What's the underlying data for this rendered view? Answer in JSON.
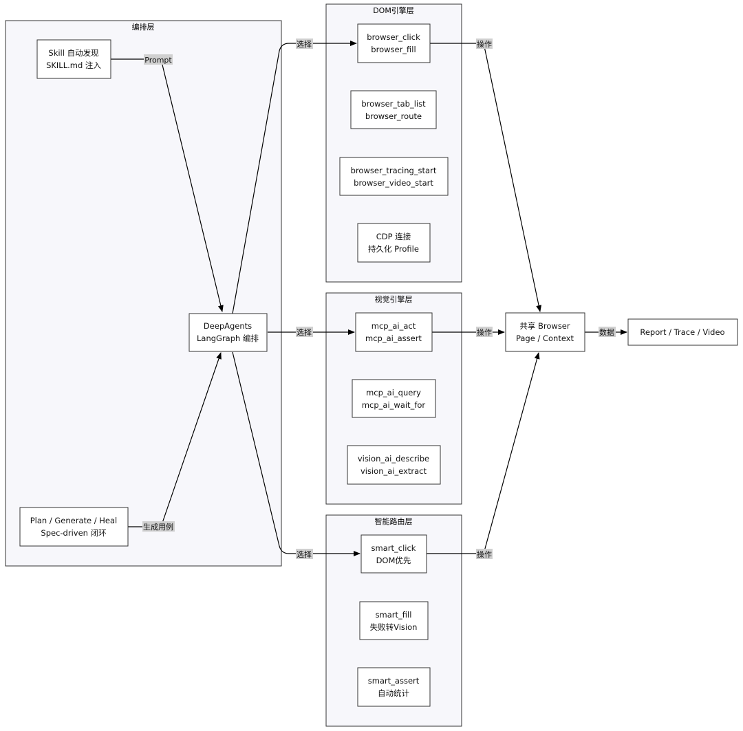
{
  "clusters": {
    "orchestration": "编排层",
    "dom": "DOM引擎层",
    "vision": "视觉引擎层",
    "smart": "智能路由层"
  },
  "nodes": {
    "skill": [
      "Skill 自动发现",
      "SKILL.md 注入"
    ],
    "plan": [
      "Plan / Generate / Heal",
      "Spec-driven 闭环"
    ],
    "deepagents": [
      "DeepAgents",
      "LangGraph 编排"
    ],
    "browser_click": [
      "browser_click",
      "browser_fill"
    ],
    "browser_tab": [
      "browser_tab_list",
      "browser_route"
    ],
    "browser_tracing": [
      "browser_tracing_start",
      "browser_video_start"
    ],
    "cdp": [
      "CDP 连接",
      "持久化 Profile"
    ],
    "mcp_act": [
      "mcp_ai_act",
      "mcp_ai_assert"
    ],
    "mcp_query": [
      "mcp_ai_query",
      "mcp_ai_wait_for"
    ],
    "vision_ai": [
      "vision_ai_describe",
      "vision_ai_extract"
    ],
    "smart_click": [
      "smart_click",
      "DOM优先"
    ],
    "smart_fill": [
      "smart_fill",
      "失败转Vision"
    ],
    "smart_assert": [
      "smart_assert",
      "自动统计"
    ],
    "shared": [
      "共享 Browser",
      "Page / Context"
    ],
    "report": [
      "Report / Trace / Video"
    ]
  },
  "edge_labels": {
    "prompt": "Prompt",
    "generate": "生成用例",
    "select_dom": "选择",
    "select_vision": "选择",
    "select_smart": "选择",
    "op_dom": "操作",
    "op_vision": "操作",
    "op_smart": "操作",
    "data": "数据"
  }
}
